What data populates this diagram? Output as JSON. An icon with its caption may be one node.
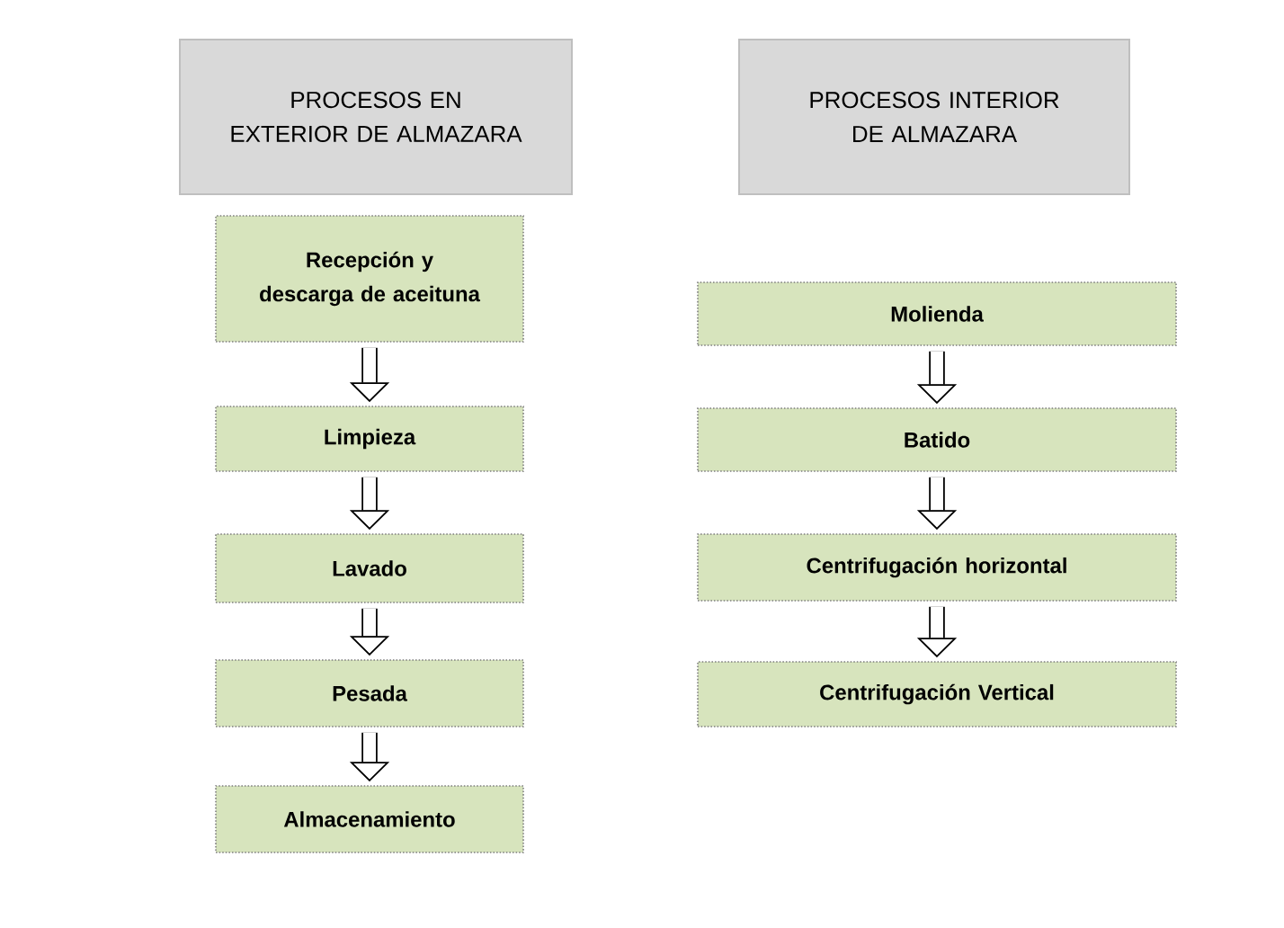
{
  "diagram": {
    "nodes": [
      {
        "text": [
          "PROCESOS EN EXTERIOR DE ALMAZARA"
        ]
      },
      {
        "text": [
          "Recepción y descarga de aceituna"
        ]
      },
      {
        "text": [
          "Limpieza"
        ]
      },
      {
        "text": [
          "Lavado"
        ]
      },
      {
        "text": [
          "Pesada"
        ]
      },
      {
        "text": [
          "Almacenamiento"
        ]
      },
      {
        "text": [
          "PROCESOS INTERIOR DE ALMAZARA"
        ]
      },
      {
        "text": [
          "Molienda"
        ]
      },
      {
        "text": [
          "Batido"
        ]
      },
      {
        "text": [
          "Centrifugación horizontal"
        ]
      },
      {
        "text": [
          "Centrifugación Vertical"
        ]
      }
    ],
    "edges": [
      {
        "from": 1,
        "to": 2,
        "arrow": "to"
      },
      {
        "from": 2,
        "to": 3,
        "arrow": "to"
      },
      {
        "from": 3,
        "to": 4,
        "arrow": "to"
      },
      {
        "from": 4,
        "to": 5,
        "arrow": "to"
      },
      {
        "from": 7,
        "to": 8,
        "arrow": "to"
      },
      {
        "from": 8,
        "to": 9,
        "arrow": "to"
      },
      {
        "from": 9,
        "to": 10,
        "arrow": "to"
      }
    ]
  }
}
